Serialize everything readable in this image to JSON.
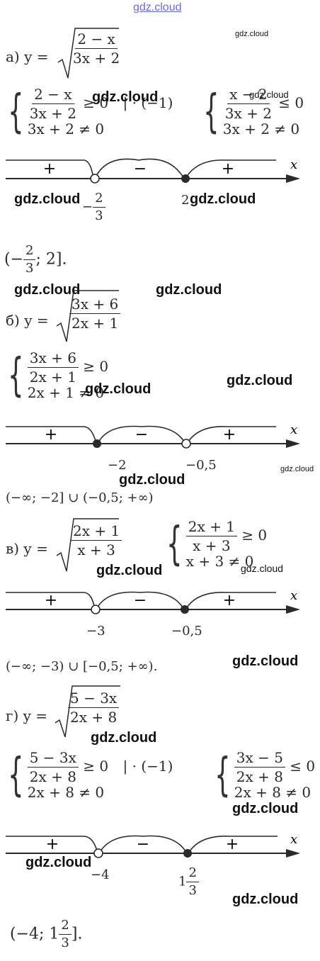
{
  "watermark": {
    "text": "gdz.cloud",
    "top_text": "gdz.cloud"
  },
  "a": {
    "label": "а)",
    "func_prefix": "y =",
    "num": "2 − x",
    "den": "3x + 2",
    "sys1": {
      "num": "2 − x",
      "den": "3x + 2",
      "rel": "≥ 0",
      "mult": "| · (−1)",
      "line2": "3x + 2 ≠ 0"
    },
    "sys2": {
      "num": "x − 2",
      "den": "3x + 2",
      "rel": "≤ 0",
      "line2": "3x + 2 ≠ 0"
    },
    "signs": [
      "+",
      "−",
      "+"
    ],
    "axis": "x",
    "point1_minus": "−",
    "point1_num": "2",
    "point1_den": "3",
    "point2": "2",
    "answer": {
      "open": "(",
      "minus": "−",
      "num": "2",
      "den": "3",
      "rest": "; 2",
      "close": "]."
    }
  },
  "b": {
    "label": "б)",
    "func_prefix": "y =",
    "num": "3x + 6",
    "den": "2x + 1",
    "sys1": {
      "num": "3x + 6",
      "den": "2x + 1",
      "rel": "≥ 0",
      "line2": "2x + 1 ≠ 0"
    },
    "signs": [
      "+",
      "−",
      "+"
    ],
    "axis": "x",
    "point1": "−2",
    "point2": "−0,5",
    "answer": "(−∞; −2] ∪ (−0,5;  +∞)"
  },
  "c": {
    "label": "в)",
    "func_prefix": "y =",
    "num": "2x + 1",
    "den": "x + 3",
    "sys1": {
      "num": "2x + 1",
      "den": "x + 3",
      "rel": "≥ 0",
      "line2": "x + 3 ≠ 0"
    },
    "signs": [
      "+",
      "−",
      "+"
    ],
    "axis": "x",
    "point1": "−3",
    "point2": "−0,5",
    "answer": "(−∞; −3) ∪ [−0,5; +∞)."
  },
  "d": {
    "label": "г)",
    "func_prefix": "y =",
    "num": "5 − 3x",
    "den": "2x + 8",
    "sys1": {
      "num": "5 − 3x",
      "den": "2x + 8",
      "rel": "≥ 0",
      "mult": "| · (−1)",
      "line2": "2x + 8 ≠ 0"
    },
    "sys2": {
      "num": "3x − 5",
      "den": "2x + 8",
      "rel": "≤ 0",
      "line2": "2x + 8 ≠ 0"
    },
    "signs": [
      "+",
      "−",
      "+"
    ],
    "axis": "x",
    "point1": "−4",
    "point2_whole": "1",
    "point2_num": "2",
    "point2_den": "3",
    "answer": {
      "open": "(−4; ",
      "whole": "1",
      "num": "2",
      "den": "3",
      "close": "]."
    }
  }
}
